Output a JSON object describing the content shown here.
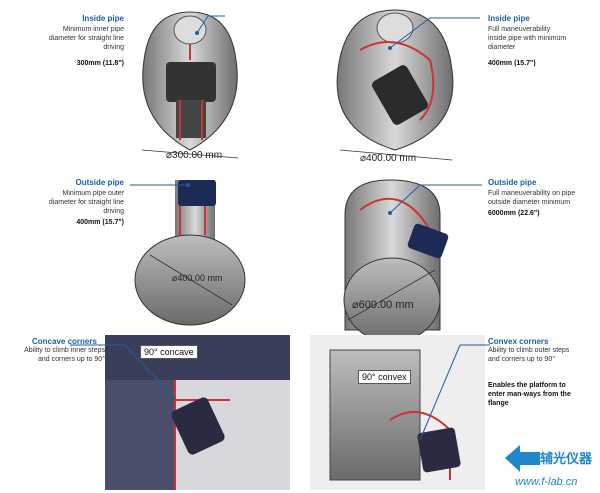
{
  "panels": [
    {
      "title": "Inside pipe",
      "desc": [
        "Minimum inner pipe",
        "diameter for straight line",
        "driving"
      ],
      "spec": "300mm (11.8\")",
      "dim": "⌀300.00 mm"
    },
    {
      "title": "Inside pipe",
      "desc": [
        "Full maneuverability",
        "inside pipe with minimum",
        "diameter"
      ],
      "spec": "400mm (15.7\")",
      "dim": "⌀400.00 mm"
    },
    {
      "title": "Outside pipe",
      "desc": [
        "Minimum pipe outer",
        "diameter for straight line",
        "driving"
      ],
      "spec": "400mm (15.7\")",
      "dim": "⌀400.00 mm"
    },
    {
      "title": "Outside pipe",
      "desc": [
        "Full maneuverability on pipe",
        "outside diameter minimum"
      ],
      "spec": "6000mm (22.6\")",
      "dim": "⌀600.00 mm"
    },
    {
      "title": "Concave corners",
      "desc": [
        "Ability to climb inner steps",
        "and corners up to 90°"
      ],
      "label": "90° concave"
    },
    {
      "title": "Convex corners",
      "desc": [
        "Ability to climb outer steps",
        "and corners up to 90°"
      ],
      "label": "90° convex",
      "note": [
        "Enables the platform to",
        "enter man-ways from the",
        "flange"
      ]
    }
  ],
  "logo": {
    "brand": "辅光仪器",
    "url": "www.f-lab.cn"
  }
}
